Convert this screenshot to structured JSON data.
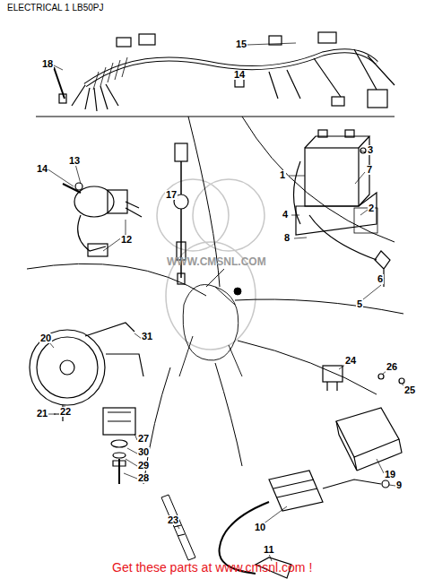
{
  "diagram": {
    "title": "ELECTRICAL 1 LB50PJ",
    "caption": "Get these parts at www.cmsnl.com !",
    "labels": [
      "18",
      "15",
      "14",
      "3",
      "7",
      "1",
      "2",
      "4",
      "8",
      "5",
      "6",
      "14",
      "13",
      "12",
      "17",
      "20",
      "31",
      "22",
      "21",
      "27",
      "30",
      "29",
      "28",
      "24",
      "26",
      "25",
      "19",
      "9",
      "10",
      "11",
      "23",
      "WWW.CMSNL.COM"
    ]
  }
}
